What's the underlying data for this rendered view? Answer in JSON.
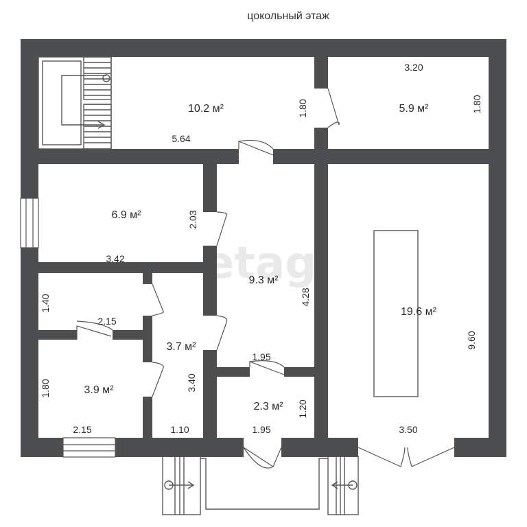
{
  "plan": {
    "title": "цокольный  этаж",
    "watermark": "etagi",
    "colors": {
      "wall": "#4d4e50",
      "background": "#ffffff",
      "text": "#2a2a2a"
    }
  },
  "rooms": [
    {
      "id": "stair-hall",
      "area": "10.2 м²",
      "width": "5.64",
      "height": "1.80"
    },
    {
      "id": "north-east",
      "area": "5.9 м²",
      "width": "3.20",
      "height": "1.80"
    },
    {
      "id": "west-room",
      "area": "6.9 м²",
      "width": "3.42",
      "height": "2.03"
    },
    {
      "id": "hall",
      "area": "9.3 м²",
      "height": "4.28"
    },
    {
      "id": "large-room",
      "area": "19.6 м²",
      "width": "3.50",
      "height": "9.60"
    },
    {
      "id": "small-top",
      "width": "2.15",
      "height": "1.40"
    },
    {
      "id": "corridor",
      "area": "3.7 м²",
      "width": "1.10",
      "height": "3.40"
    },
    {
      "id": "south-west",
      "area": "3.9 м²",
      "width": "2.15",
      "height": "1.80"
    },
    {
      "id": "small-south",
      "area": "2.3 м²",
      "width": "1.95",
      "width_top": "1.95",
      "height": "1.20"
    }
  ]
}
